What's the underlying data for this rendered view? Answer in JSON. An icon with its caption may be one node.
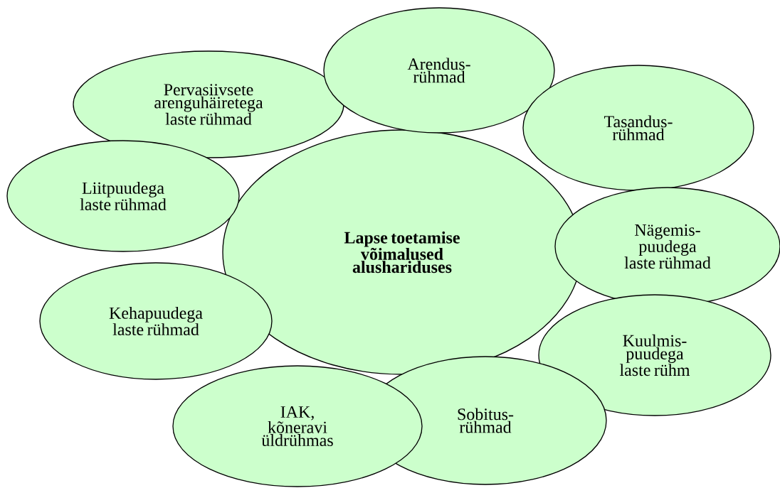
{
  "diagram": {
    "nodes": [
      {
        "text": [
          "Lapse toetamise võimalused alushariduses"
        ]
      },
      {
        "text": [
          "Pervasiivsete arenguhäiretega laste rühmad"
        ]
      },
      {
        "text": [
          "Arendus-rühmad"
        ]
      },
      {
        "text": [
          "Tasandus-rühmad"
        ]
      },
      {
        "text": [
          "Liitpuudega laste rühmad"
        ]
      },
      {
        "text": [
          "Nägemis-puudega laste rühmad"
        ]
      },
      {
        "text": [
          "Kehapuudega laste rühmad"
        ]
      },
      {
        "text": [
          "Kuulmis-puudega laste rühm"
        ]
      },
      {
        "text": [
          "IAK, kõneravi üldrühmas"
        ]
      },
      {
        "text": [
          "Sobitus-rühmad"
        ]
      }
    ]
  }
}
